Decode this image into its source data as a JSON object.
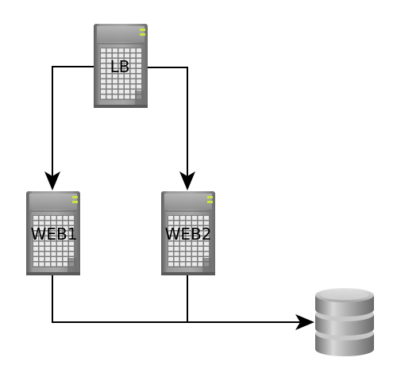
{
  "diagram": {
    "nodes": {
      "lb": {
        "label": "LB",
        "icon": "server-icon"
      },
      "web1": {
        "label": "WEB1",
        "icon": "server-icon"
      },
      "web2": {
        "label": "WEB2",
        "icon": "server-icon"
      },
      "db": {
        "label": "",
        "icon": "database-icon"
      }
    },
    "edges": [
      {
        "from": "lb",
        "to": "web1"
      },
      {
        "from": "lb",
        "to": "web2"
      },
      {
        "from": "web1",
        "to": "db"
      },
      {
        "from": "web2",
        "to": "db"
      }
    ],
    "colors": {
      "line": "#000000",
      "server_body": "#8a8a8a",
      "server_led": "#c8e63c",
      "db_body": "#9a9a9a"
    }
  }
}
